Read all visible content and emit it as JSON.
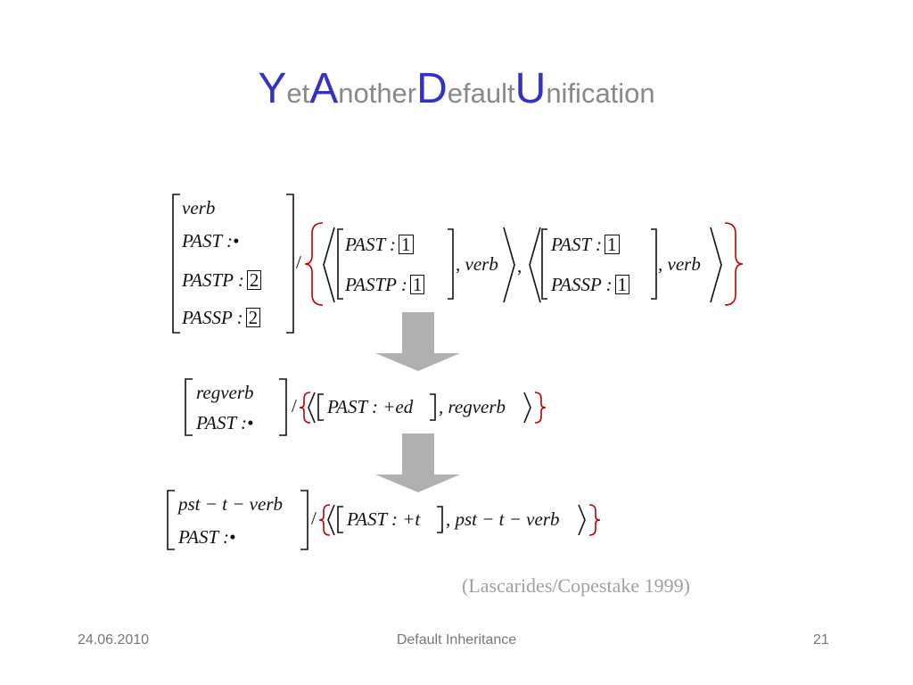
{
  "title": {
    "parts": [
      {
        "big": "Y",
        "small": "et"
      },
      {
        "big": "A",
        "small": "nother"
      },
      {
        "big": "D",
        "small": "efault"
      },
      {
        "big": "U",
        "small": "nification"
      }
    ]
  },
  "block1": {
    "lhs": [
      "verb",
      "PAST :•",
      "PASTP :",
      "PASSP :"
    ],
    "lhs_tags": [
      "2",
      "2"
    ],
    "slash": "/",
    "pair1": {
      "lines": [
        "PAST :",
        "PASTP :"
      ],
      "tags": [
        "1",
        "1"
      ],
      "type": ", verb"
    },
    "comma": ",",
    "pair2": {
      "lines": [
        "PAST :",
        "PASSP :"
      ],
      "tags": [
        "1",
        "1"
      ],
      "type": ", verb"
    }
  },
  "block2": {
    "lhs": [
      "regverb",
      "PAST :•"
    ],
    "slash": "/",
    "feature": "PAST : +ed",
    "type": ", regverb"
  },
  "block3": {
    "lhs": [
      "pst − t − verb",
      "PAST :•"
    ],
    "slash": "/",
    "feature": "PAST : +t",
    "type": ", pst − t − verb"
  },
  "citation": "(Lascarides/Copestake 1999)",
  "footer": {
    "date": "24.06.2010",
    "center": "Default Inheritance",
    "page": "21"
  },
  "colors": {
    "title_accent": "#3232c8",
    "title_sub": "#888888",
    "brace_red": "#c00000",
    "arrow_gray": "#b0b0b0",
    "footer_gray": "#777777"
  }
}
